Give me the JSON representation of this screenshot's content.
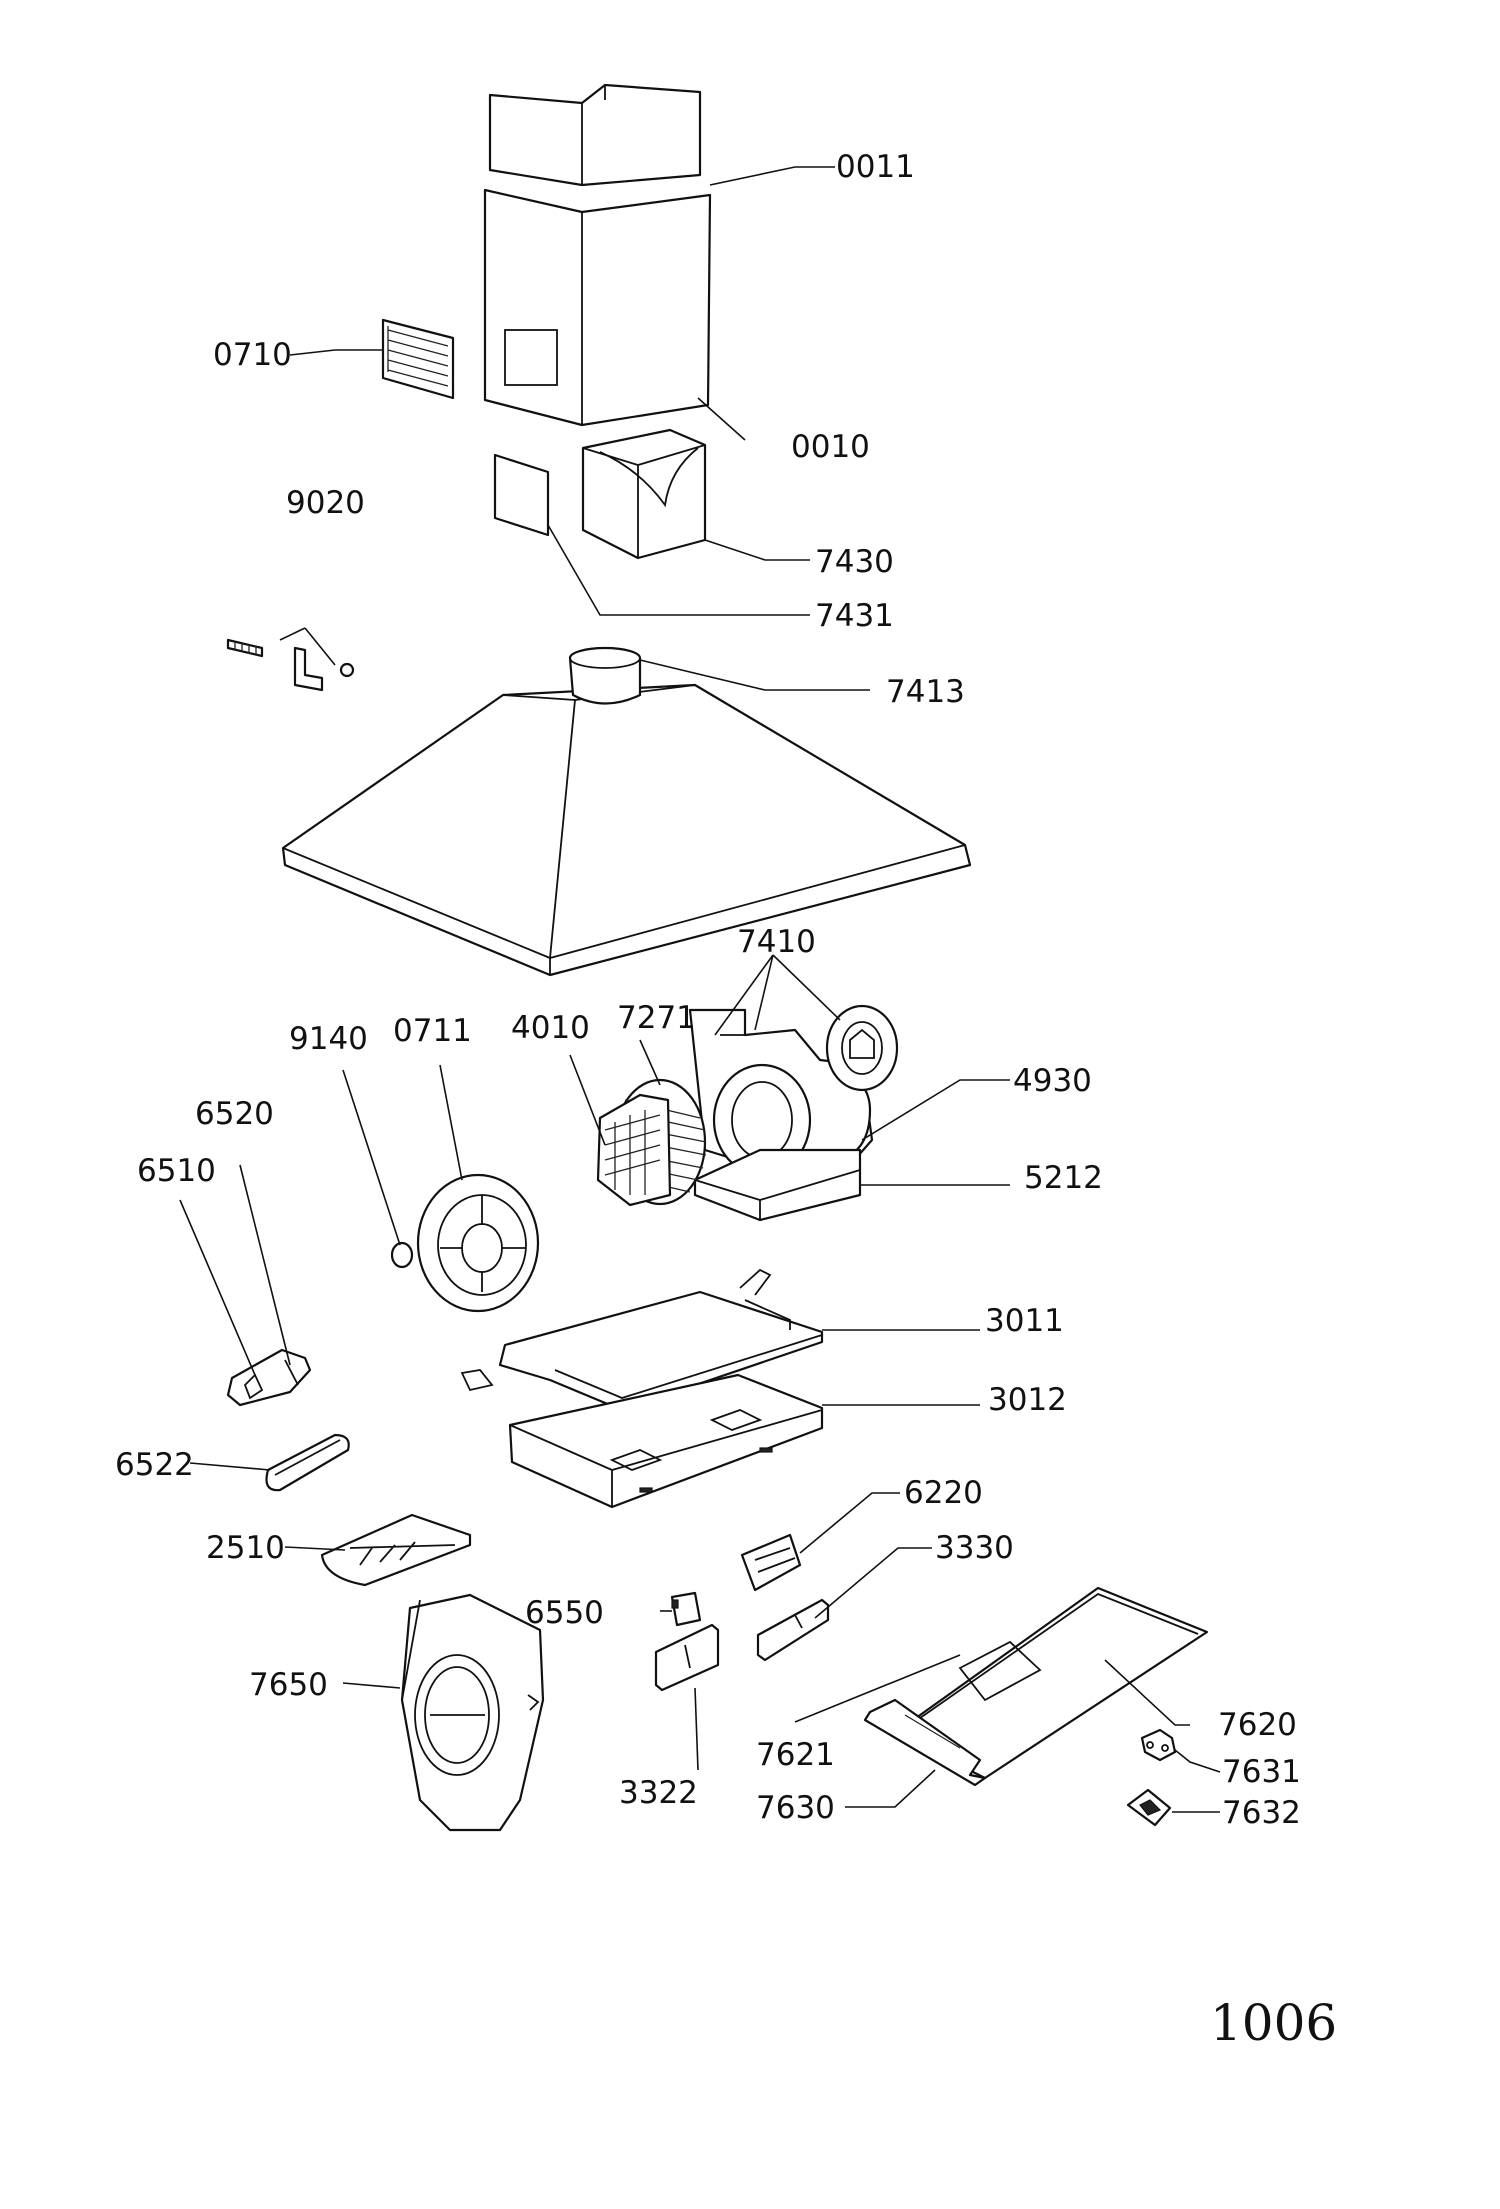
{
  "labels": {
    "p0011": "0011",
    "p0710": "0710",
    "p0010": "0010",
    "p9020": "9020",
    "p7430": "7430",
    "p7431": "7431",
    "p7413": "7413",
    "p7410": "7410",
    "p9140": "9140",
    "p0711": "0711",
    "p4010": "4010",
    "p7271": "7271",
    "p4930": "4930",
    "p6520": "6520",
    "p6510": "6510",
    "p5212": "5212",
    "p3011": "3011",
    "p3012": "3012",
    "p6522": "6522",
    "p6220": "6220",
    "p2510": "2510",
    "p3330": "3330",
    "p6550": "6550",
    "p7650": "7650",
    "p7620": "7620",
    "p7621": "7621",
    "p7631": "7631",
    "p3322": "3322",
    "p7630": "7630",
    "p7632": "7632"
  },
  "page_number": "1006"
}
